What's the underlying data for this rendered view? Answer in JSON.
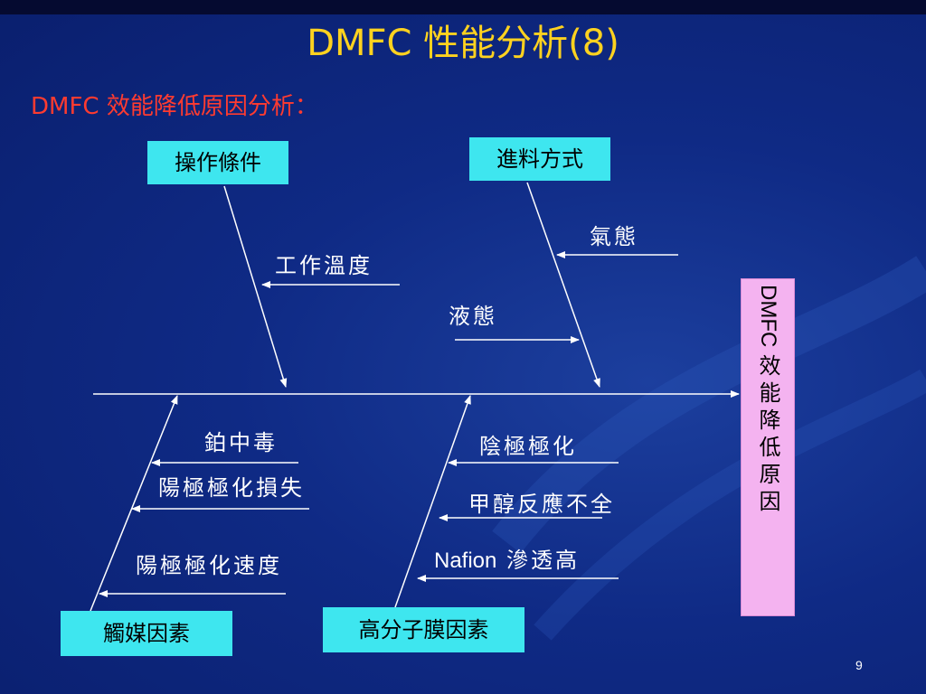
{
  "slide": {
    "title": "DMFC 性能分析(8)",
    "subtitle": "DMFC 效能降低原因分析：",
    "page_number": "9"
  },
  "categories": {
    "operating": "操作條件",
    "feed": "進料方式",
    "catalyst": "觸媒因素",
    "membrane": "高分子膜因素"
  },
  "effect": {
    "label_latin": "DMFC",
    "label_cjk": "效能降低原因"
  },
  "causes": {
    "work_temp": "工作溫度",
    "gas_state": "氣態",
    "liquid_state": "液態",
    "pt_poison": "鉑中毒",
    "anode_loss": "陽極極化損失",
    "anode_rate": "陽極極化速度",
    "cathode_pol": "陰極極化",
    "methanol_incomplete": "甲醇反應不全",
    "nafion_prefix": "Nafion",
    "nafion_suffix": "滲透高"
  },
  "colors": {
    "title": "#ffd21f",
    "subtitle": "#ff3b30",
    "category_box": "#3ee6ef",
    "effect_box": "#f4b3f0",
    "lines": "#ffffff"
  }
}
